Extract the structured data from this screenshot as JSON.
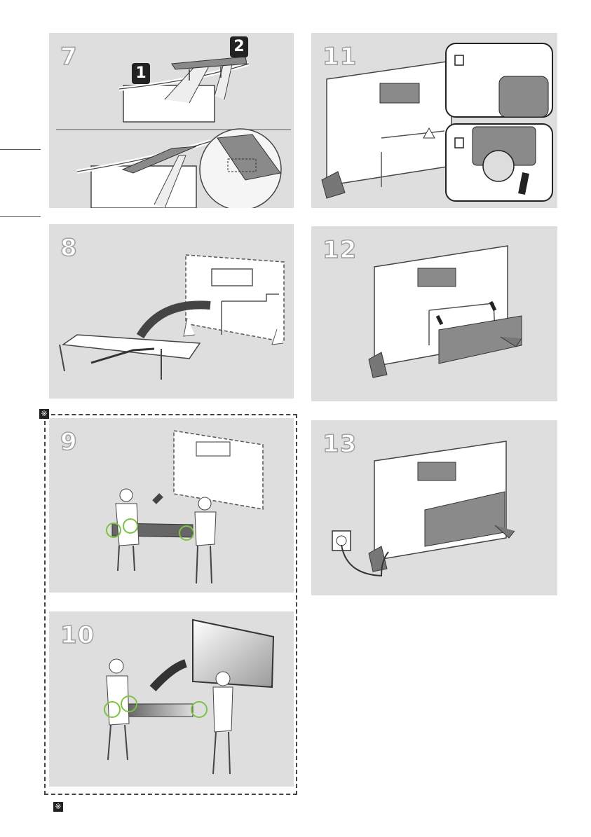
{
  "steps": [
    {
      "number": "7"
    },
    {
      "number": "8"
    },
    {
      "number": "9"
    },
    {
      "number": "10"
    },
    {
      "number": "11"
    },
    {
      "number": "12"
    },
    {
      "number": "13"
    }
  ],
  "badges": {
    "first": "1",
    "second": "2"
  },
  "note_symbol": "※",
  "colors": {
    "panel_bg": "#dedede",
    "highlight_green": "#7dc242",
    "cover_gray": "#8a8a8a"
  }
}
